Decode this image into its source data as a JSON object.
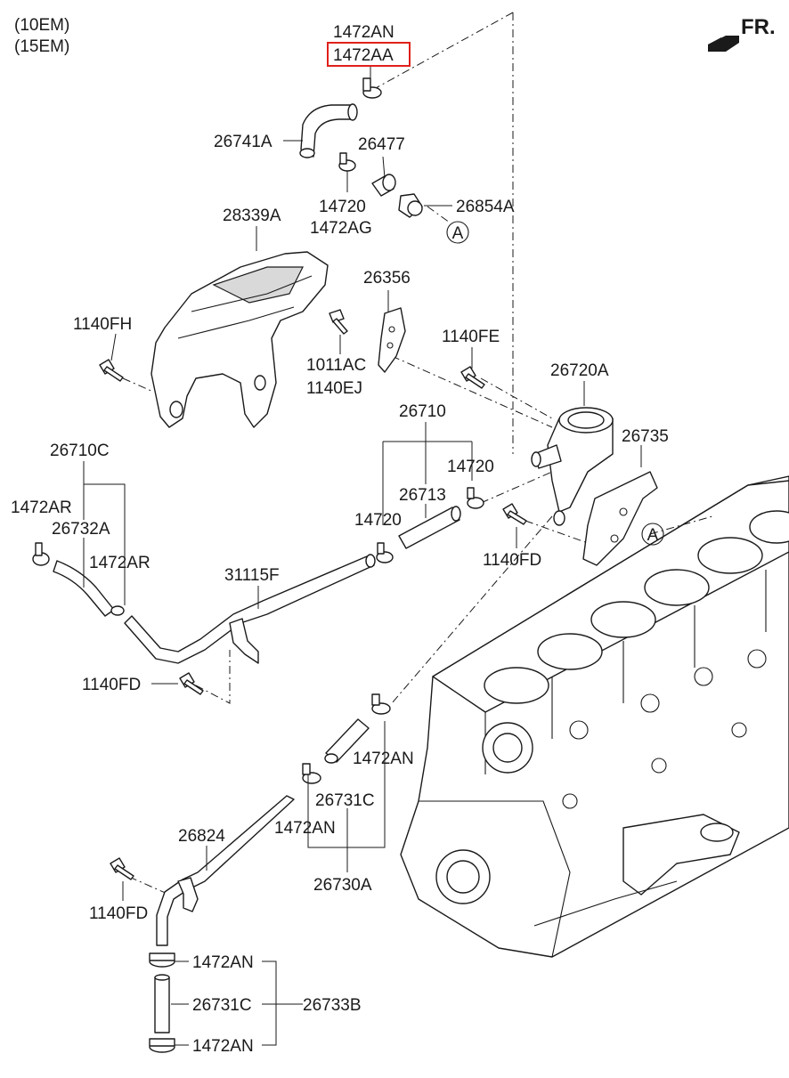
{
  "variants": [
    "(10EM)",
    "(15EM)"
  ],
  "direction": "FR.",
  "ref_marker": "A",
  "highlight_color": "#e0201b",
  "labels": {
    "p1472AN_top": "1472AN",
    "p1472AA": "1472AA",
    "p26741A": "26741A",
    "p26477": "26477",
    "p14720_a": "14720",
    "p1472AG": "1472AG",
    "p26854A": "26854A",
    "p28339A": "28339A",
    "p26356": "26356",
    "p1140FH": "1140FH",
    "p1011AC": "1011AC",
    "p1140EJ": "1140EJ",
    "p1140FE": "1140FE",
    "p26720A": "26720A",
    "p26710": "26710",
    "p26735": "26735",
    "p14720_b": "14720",
    "p26713": "26713",
    "p14720_c": "14720",
    "p1140FD_a": "1140FD",
    "p26710C": "26710C",
    "p1472AR_a": "1472AR",
    "p26732A": "26732A",
    "p1472AR_b": "1472AR",
    "p31115F": "31115F",
    "p1140FD_b": "1140FD",
    "p1472AN_mid": "1472AN",
    "p26731C_a": "26731C",
    "p1472AN_low": "1472AN",
    "p26730A": "26730A",
    "p26824": "26824",
    "p1140FD_c": "1140FD",
    "p1472AN_b1": "1472AN",
    "p26731C_b": "26731C",
    "p26733B": "26733B",
    "p1472AN_b2": "1472AN"
  }
}
